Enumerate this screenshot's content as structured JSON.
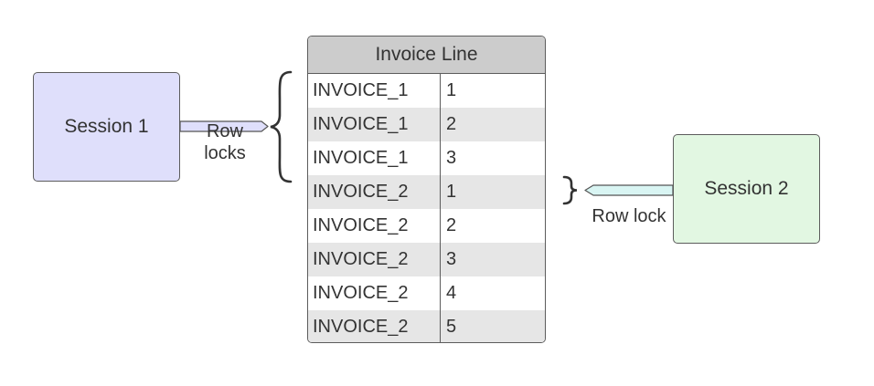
{
  "session1": {
    "label": "Session 1"
  },
  "session2": {
    "label": "Session 2"
  },
  "table": {
    "title": "Invoice Line",
    "rows": [
      [
        "INVOICE_1",
        "1"
      ],
      [
        "INVOICE_1",
        "2"
      ],
      [
        "INVOICE_1",
        "3"
      ],
      [
        "INVOICE_2",
        "1"
      ],
      [
        "INVOICE_2",
        "2"
      ],
      [
        "INVOICE_2",
        "3"
      ],
      [
        "INVOICE_2",
        "4"
      ],
      [
        "INVOICE_2",
        "5"
      ]
    ]
  },
  "connectors": {
    "left_label_line1": "Row",
    "left_label_line2": "locks",
    "right_label": "Row lock"
  },
  "colors": {
    "session1_fill": "#dfdffb",
    "session2_fill": "#e2f7e2",
    "left_arrow_fill": "#dfdffb",
    "right_arrow_fill": "#d9f5f3",
    "header_fill": "#cccccc",
    "alt_row_fill": "#e6e6e6"
  }
}
